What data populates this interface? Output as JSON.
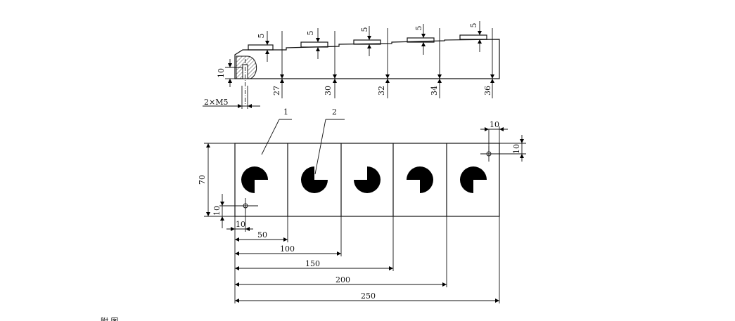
{
  "side_view": {
    "height_labels": [
      "5",
      "5",
      "5",
      "5",
      "5"
    ],
    "depth_labels": [
      "27",
      "30",
      "32",
      "34",
      "36"
    ],
    "base_height_label": "10",
    "thread_label": "2×M5"
  },
  "top_view": {
    "callouts": [
      "1",
      "2"
    ],
    "height_label": "70",
    "hole_offset_x_label": "10",
    "hole_offset_y_label": "10",
    "corner_offset_x_label": "10",
    "corner_offset_y_label": "10",
    "width_labels": [
      "50",
      "100",
      "150",
      "200",
      "250"
    ]
  },
  "caption_fragment": "附 图"
}
